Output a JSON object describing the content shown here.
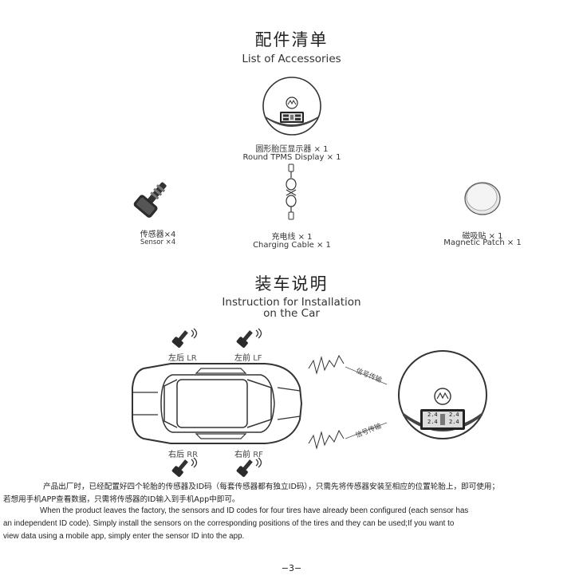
{
  "accessories": {
    "title_cn": "配件清单",
    "title_en": "List of Accessories",
    "items": [
      {
        "cn": "圆形胎压显示器 × 1",
        "en": "Round TPMS Display × 1"
      },
      {
        "cn": "传感器×4",
        "en": "Sensor ×4"
      },
      {
        "cn": "充电线 × 1",
        "en": "Charging Cable × 1"
      },
      {
        "cn": "磁吸贴 × 1",
        "en": "Magnetic Patch × 1"
      }
    ]
  },
  "installation": {
    "title_cn": "装车说明",
    "title_en_line1": "Instruction for Installation",
    "title_en_line2": "on the Car",
    "positions": [
      {
        "cn": "左后",
        "code": "LR"
      },
      {
        "cn": "左前",
        "code": "LF"
      },
      {
        "cn": "右后",
        "code": "RR"
      },
      {
        "cn": "右前",
        "code": "RF"
      }
    ],
    "signal_label": "信号传输",
    "display_readings": [
      "2.4",
      "2.4",
      "2.4",
      "2.4"
    ]
  },
  "description": {
    "cn_line1": "产品出厂时，已经配置好四个轮胎的传感器及ID码（每套传感器都有独立ID码），只需先将传感器安装至相应的位置轮胎上，即可使用；",
    "cn_line2": "若想用手机APP查看数据，只需将传感器的ID输入到手机App中即可。",
    "en_line1": "When the product leaves the factory, the sensors and ID codes for four tires have already been configured (each sensor has",
    "en_line2": "an independent ID code). Simply install the sensors on the corresponding positions of the tires and they can be used;If you want to",
    "en_line3": "view data using a mobile app, simply enter the sensor ID into the app."
  },
  "page_number": "−3−"
}
